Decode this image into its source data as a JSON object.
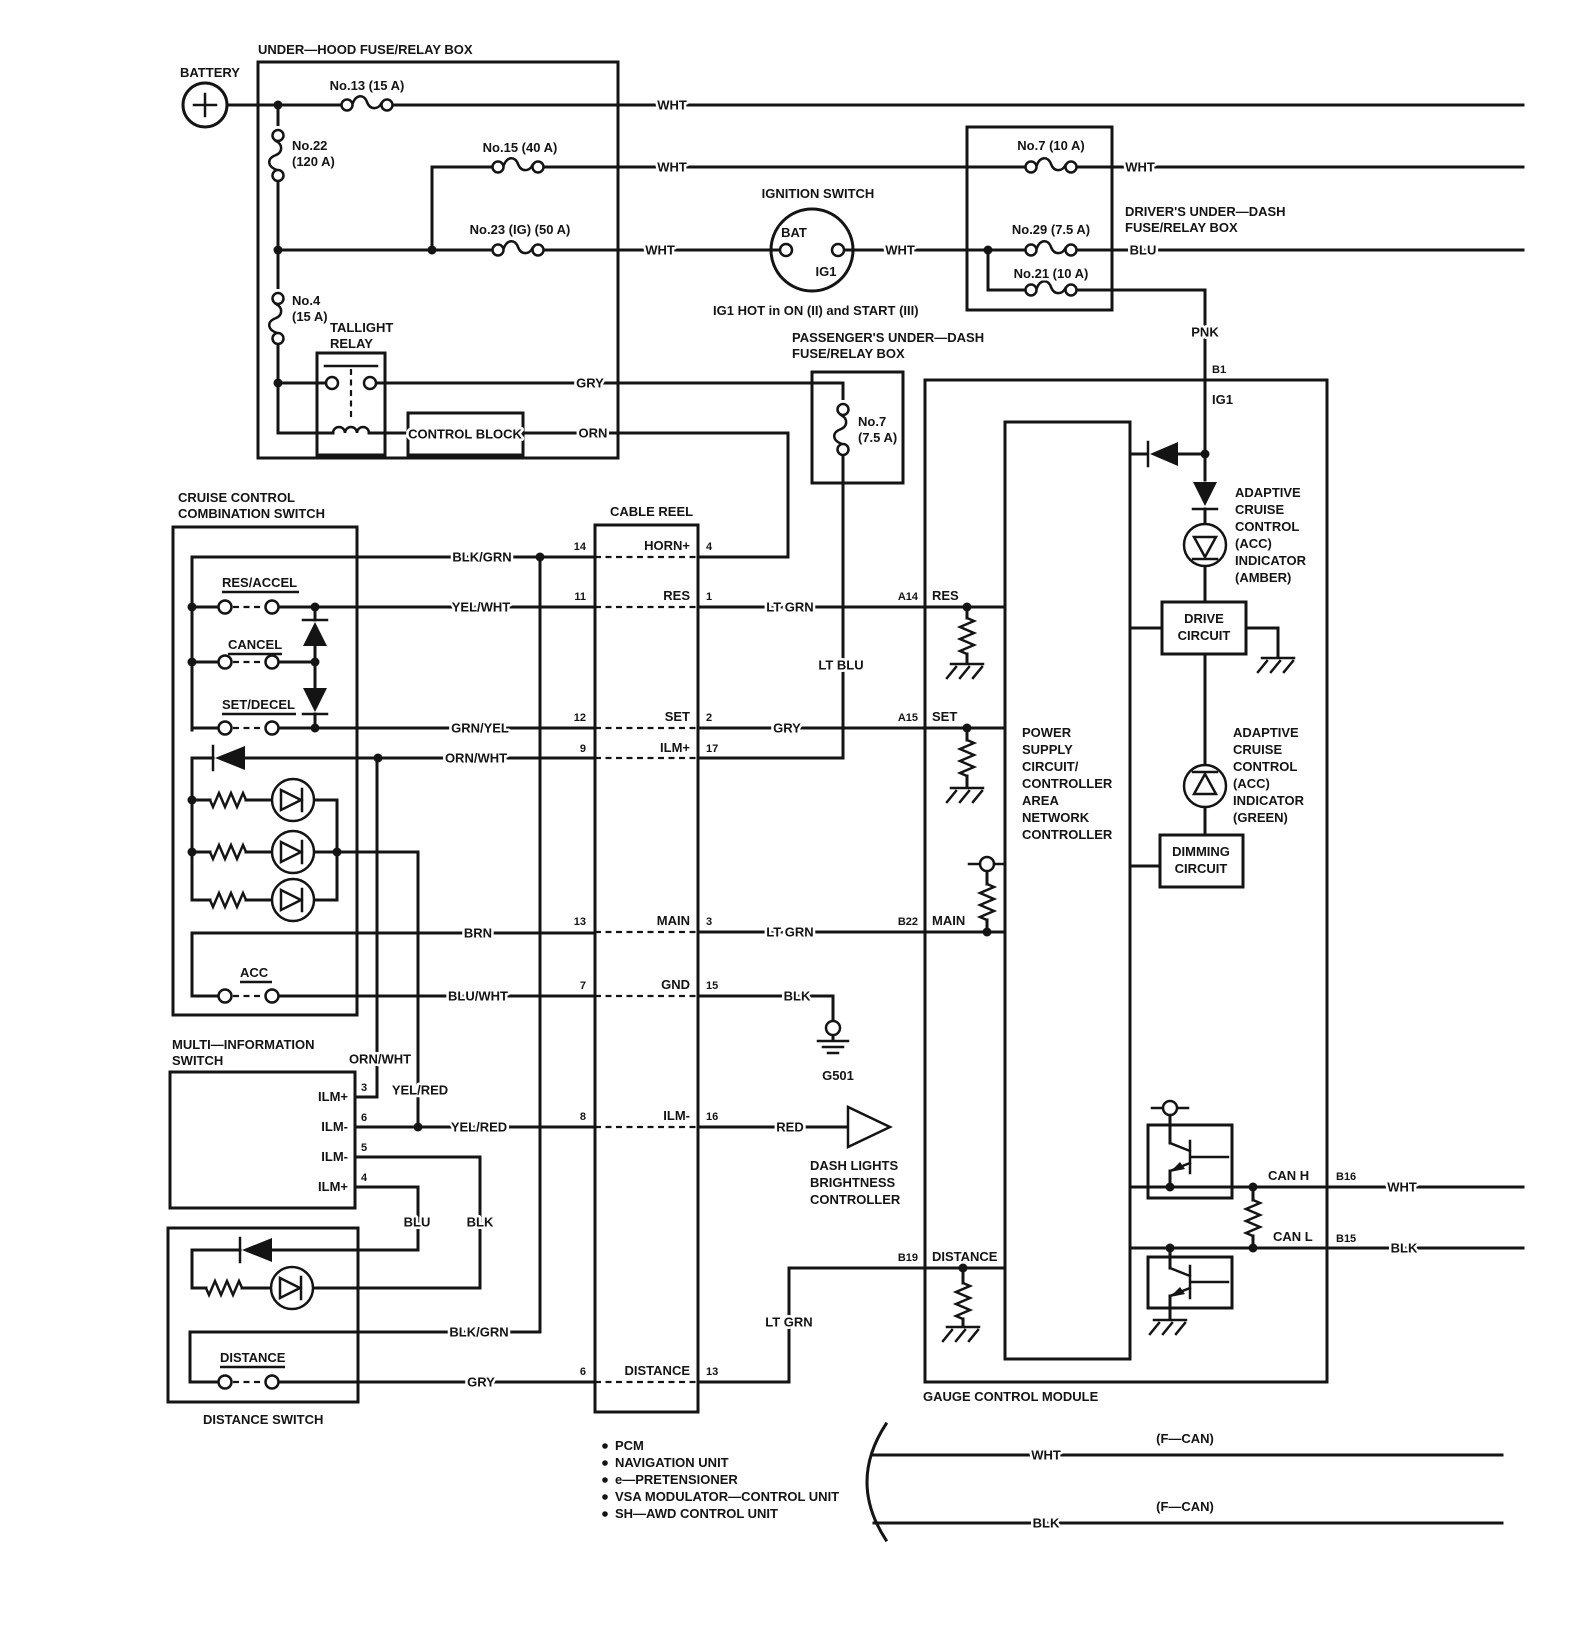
{
  "battery": {
    "label": "BATTERY"
  },
  "underhood_box": {
    "title": "UNDER—HOOD FUSE/RELAY BOX",
    "fuse13": "No.13 (15 A)",
    "fuse22_l1": "No.22",
    "fuse22_l2": "(120 A)",
    "fuse15": "No.15 (40 A)",
    "fuse23": "No.23 (IG) (50 A)",
    "fuse4_l1": "No.4",
    "fuse4_l2": "(15 A)",
    "relay_l1": "TALLIGHT",
    "relay_l2": "RELAY",
    "control_block": "CONTROL BLOCK"
  },
  "ignition": {
    "title": "IGNITION SWITCH",
    "bat": "BAT",
    "ig1": "IG1",
    "note": "IG1 HOT in ON (II) and START (III)"
  },
  "drivers_box": {
    "title_l1": "DRIVER'S UNDER—DASH",
    "title_l2": "FUSE/RELAY BOX",
    "fuse7": "No.7 (10 A)",
    "fuse29": "No.29 (7.5 A)",
    "fuse21": "No.21 (10 A)"
  },
  "passenger_box": {
    "title_l1": "PASSENGER'S UNDER—DASH",
    "title_l2": "FUSE/RELAY BOX",
    "fuse7_l1": "No.7",
    "fuse7_l2": "(7.5 A)"
  },
  "colors": {
    "wht": "WHT",
    "blu": "BLU",
    "pnk": "PNK",
    "gry": "GRY",
    "orn": "ORN",
    "blk": "BLK",
    "red": "RED",
    "brn": "BRN",
    "blk_grn": "BLK/GRN",
    "yel_wht": "YEL/WHT",
    "grn_yel": "GRN/YEL",
    "orn_wht": "ORN/WHT",
    "blu_wht": "BLU/WHT",
    "lt_grn": "LT GRN",
    "lt_blu": "LT BLU",
    "yel_red": "YEL/RED"
  },
  "cruise_switch": {
    "title_l1": "CRUISE CONTROL",
    "title_l2": "COMBINATION SWITCH",
    "sw_res_accel": "RES/ACCEL",
    "sw_cancel": "CANCEL",
    "sw_set_decel": "SET/DECEL",
    "sw_acc": "ACC"
  },
  "cable_reel": {
    "title": "CABLE REEL",
    "pins": [
      {
        "l": "14",
        "name": "HORN+",
        "r": "4"
      },
      {
        "l": "11",
        "name": "RES",
        "r": "1"
      },
      {
        "l": "12",
        "name": "SET",
        "r": "2"
      },
      {
        "l": "9",
        "name": "ILM+",
        "r": "17"
      },
      {
        "l": "13",
        "name": "MAIN",
        "r": "3"
      },
      {
        "l": "7",
        "name": "GND",
        "r": "15"
      },
      {
        "l": "8",
        "name": "ILM-",
        "r": "16"
      },
      {
        "l": "6",
        "name": "DISTANCE",
        "r": "13"
      }
    ]
  },
  "gauge_module": {
    "title": "GAUGE CONTROL MODULE",
    "b1": "B1",
    "ig1": "IG1",
    "a14": "A14",
    "res": "RES",
    "a15": "A15",
    "set": "SET",
    "b22": "B22",
    "main": "MAIN",
    "b19": "B19",
    "distance": "DISTANCE",
    "b16": "B16",
    "can_h": "CAN H",
    "b15": "B15",
    "can_l": "CAN L",
    "psu_lines": [
      "POWER",
      "SUPPLY",
      "CIRCUIT/",
      "CONTROLLER",
      "AREA",
      "NETWORK",
      "CONTROLLER"
    ],
    "acc_amber_lines": [
      "ADAPTIVE",
      "CRUISE",
      "CONTROL",
      "(ACC)",
      "INDICATOR",
      "(AMBER)"
    ],
    "acc_green_lines": [
      "ADAPTIVE",
      "CRUISE",
      "CONTROL",
      "(ACC)",
      "INDICATOR",
      "(GREEN)"
    ],
    "drive_l1": "DRIVE",
    "drive_l2": "CIRCUIT",
    "dimming_l1": "DIMMING",
    "dimming_l2": "CIRCUIT"
  },
  "grounds": {
    "g501": "G501"
  },
  "dash_lights_controller": {
    "lines": [
      "DASH LIGHTS",
      "BRIGHTNESS",
      "CONTROLLER"
    ]
  },
  "multi_info": {
    "title_l1": "MULTI—INFORMATION",
    "title_l2": "SWITCH",
    "pins": [
      {
        "num": "3",
        "name": "ILM+"
      },
      {
        "num": "6",
        "name": "ILM-"
      },
      {
        "num": "5",
        "name": "ILM-"
      },
      {
        "num": "4",
        "name": "ILM+"
      }
    ]
  },
  "distance_switch": {
    "title": "DISTANCE SWITCH",
    "sw": "DISTANCE"
  },
  "bottom": {
    "units": [
      "PCM",
      "NAVIGATION UNIT",
      "e—PRETENSIONER",
      "VSA MODULATOR—CONTROL UNIT",
      "SH—AWD CONTROL UNIT"
    ],
    "fcan": "(F—CAN)"
  }
}
